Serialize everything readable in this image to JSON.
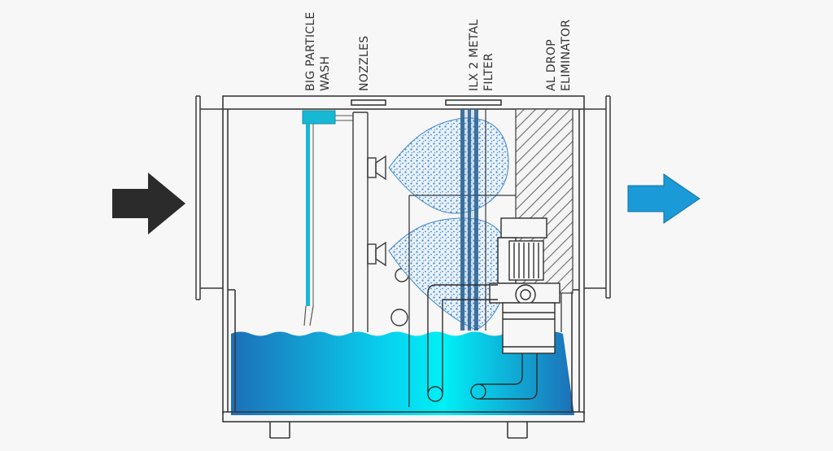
{
  "labels": {
    "big_particle_wash_line1": "BIG PARTICLE",
    "big_particle_wash_line2": "WASH",
    "nozzles": "NOZZLES",
    "filter_line1": "ILX 2 METAL",
    "filter_line2": "FILTER",
    "eliminator_line1": "AL DROP",
    "eliminator_line2": "ELIMINATOR"
  },
  "icons": {
    "inlet": "arrow-right-icon",
    "outlet": "arrow-right-icon"
  },
  "colors": {
    "inlet_arrow": "#2b2b2b",
    "outlet_arrow": "#1a9ad6",
    "water_deep": "#1d6fb8",
    "water_bright": "#00eaf4",
    "wash_pipe": "#17b8d4",
    "spray": "#3f86c9",
    "outline": "#3a3a3a",
    "background": "#f7f7f7"
  }
}
